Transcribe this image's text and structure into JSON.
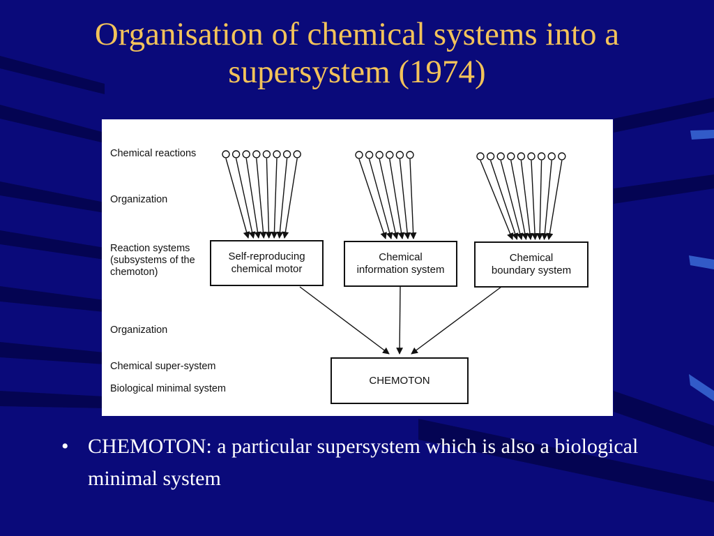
{
  "slide": {
    "title": "Organisation of chemical systems into a supersystem (1974)",
    "bullets": [
      {
        "marker": "•",
        "text": "CHEMOTON: a particular supersystem which is also a biological minimal system"
      }
    ]
  },
  "diagram": {
    "row_labels": {
      "chemical_reactions": "Chemical reactions",
      "organization_1": "Organization",
      "reaction_systems": "Reaction systems\n(subsystems of the\nchemoton)",
      "organization_2": "Organization",
      "super_system": "Chemical super-system",
      "minimal_system": "Biological minimal system"
    },
    "subsystems": [
      {
        "label": "Self-reproducing\nchemical motor",
        "reaction_count": 8
      },
      {
        "label": "Chemical\ninformation system",
        "reaction_count": 6
      },
      {
        "label": "Chemical\nboundary system",
        "reaction_count": 9
      }
    ],
    "result": {
      "label": "CHEMOTON"
    }
  },
  "colors": {
    "background": "#0a0a7a",
    "title": "#f3c35a",
    "text": "#ffffff",
    "figure_background": "#ffffff",
    "ink": "#111111"
  }
}
